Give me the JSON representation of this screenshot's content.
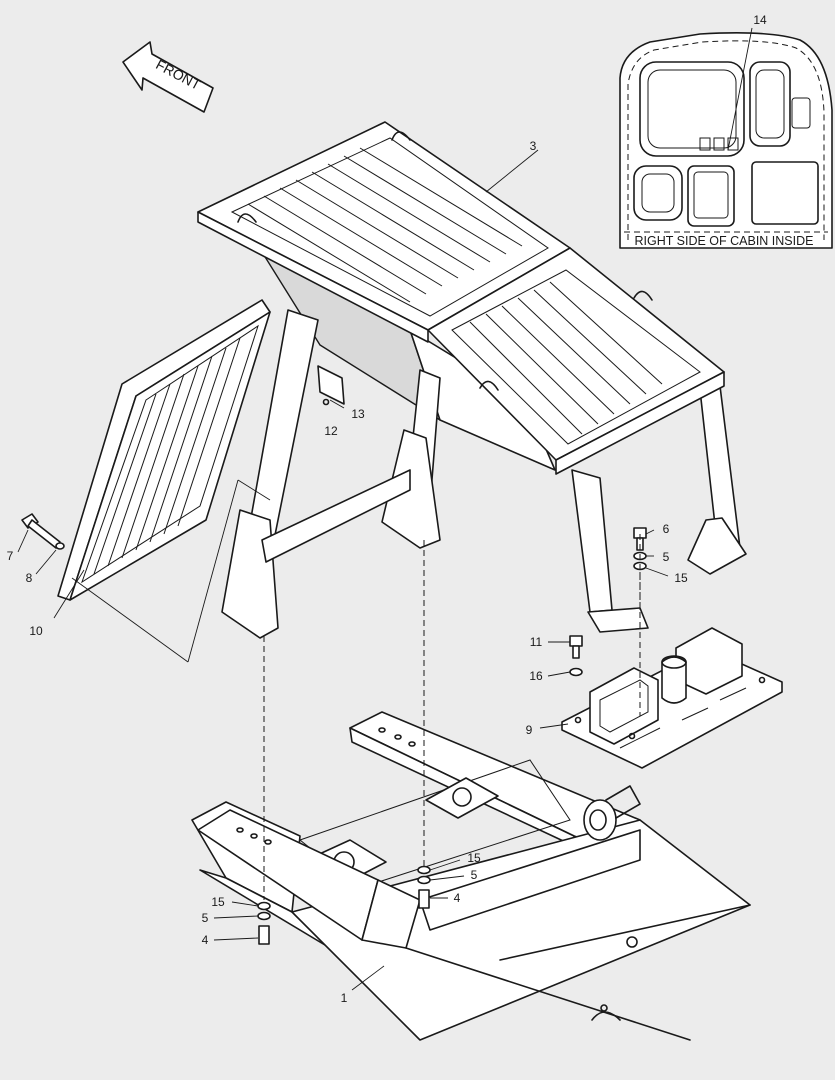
{
  "front_label": "FRONT",
  "inset_caption": "RIGHT SIDE OF CABIN INSIDE",
  "callouts": {
    "c1": "1",
    "c3": "3",
    "c4a": "4",
    "c4b": "4",
    "c5a": "5",
    "c5b": "5",
    "c5c": "5",
    "c6": "6",
    "c7": "7",
    "c8": "8",
    "c9": "9",
    "c10": "10",
    "c11": "11",
    "c12": "12",
    "c13": "13",
    "c14": "14",
    "c15a": "15",
    "c15b": "15",
    "c15c": "15",
    "c16": "16"
  },
  "colors": {
    "background": "#ececec",
    "line": "#1a1a1a",
    "part_face": "#ffffff"
  }
}
